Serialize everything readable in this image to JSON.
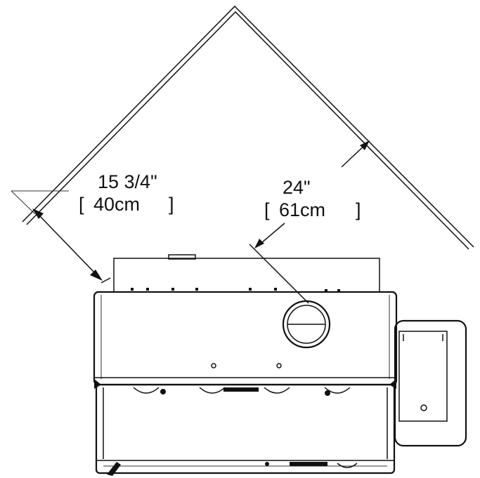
{
  "dimensions": {
    "side_clearance": {
      "imperial": "15 3/4\"",
      "metric": "40cm"
    },
    "corner_clearance": {
      "imperial": "24\"",
      "metric": "61cm"
    }
  },
  "colors": {
    "line": "#111111",
    "background": "#ffffff"
  }
}
